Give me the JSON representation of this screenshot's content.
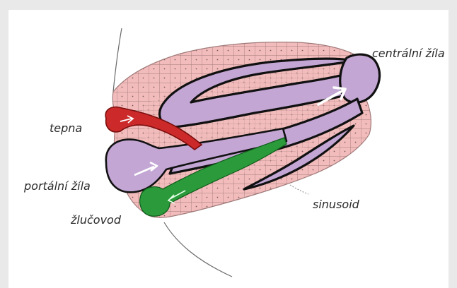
{
  "labels": {
    "central_vein": "centrální žíla",
    "artery": "tepna",
    "portal_vein": "portální žíla",
    "bile_duct": "žlučovod",
    "sinusoid": "sinusoid"
  },
  "colors": {
    "cells": "#f3bcbc",
    "cell_border": "#a07a7a",
    "vein": "#c3a6d4",
    "artery": "#cc2a2a",
    "bile": "#2a9a3a",
    "background": "#e9e9e9"
  }
}
